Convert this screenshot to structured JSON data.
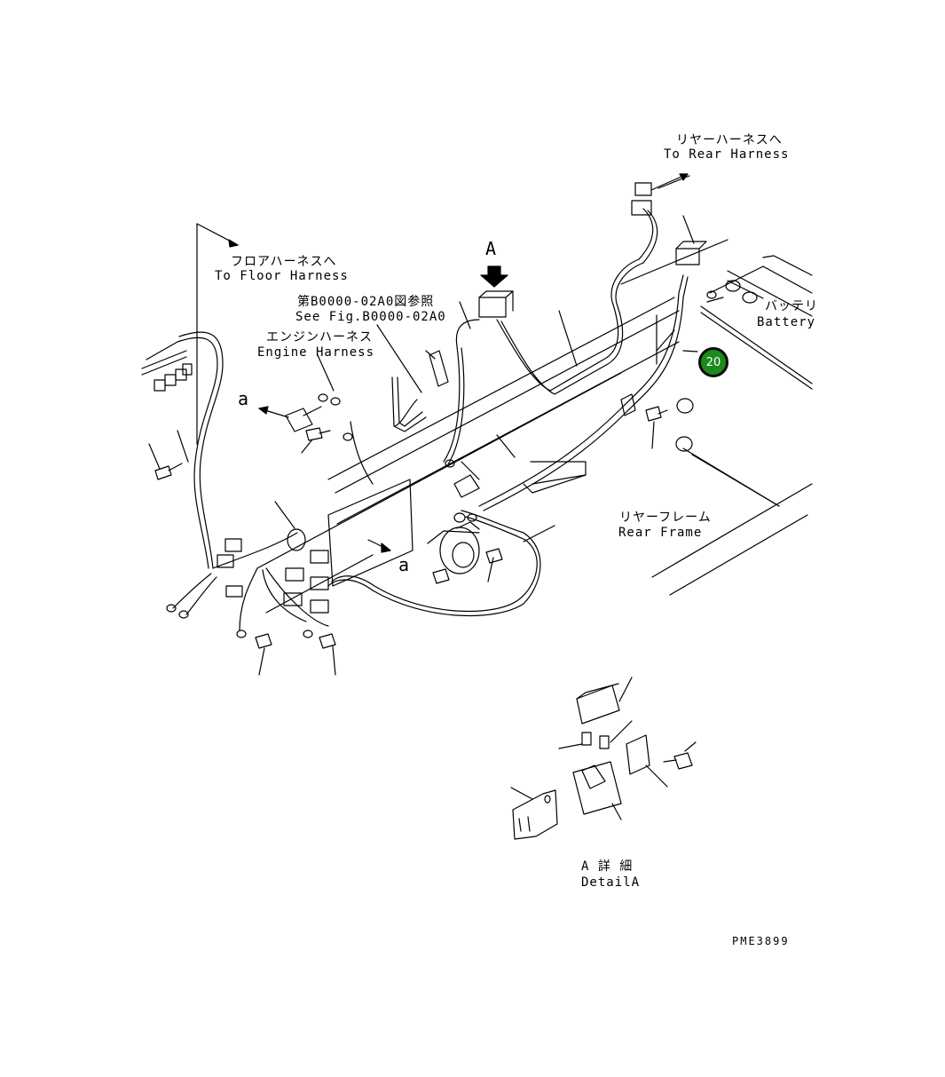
{
  "labels": {
    "to_rear_harness_jp": "リヤーハーネスへ",
    "to_rear_harness_en": "To Rear Harness",
    "to_floor_harness_jp": "フロアハーネスへ",
    "to_floor_harness_en": "To Floor Harness",
    "see_fig_jp": "第B0000-02A0図参照",
    "see_fig_en": "See Fig.B0000-02A0",
    "engine_harness_jp": "エンジンハーネス",
    "engine_harness_en": "Engine Harness",
    "battery_jp": "バッテリ",
    "battery_en": "Battery",
    "rear_frame_jp": "リヤーフレーム",
    "rear_frame_en": "Rear Frame",
    "detail_a_jp": "A 詳 細",
    "detail_a_en": "DetailA",
    "view_a": "A",
    "ref_a_1": "a",
    "ref_a_2": "a",
    "figure_code": "PME3899"
  },
  "callouts": [
    {
      "number": "20",
      "color": "#1a8a1a"
    }
  ]
}
